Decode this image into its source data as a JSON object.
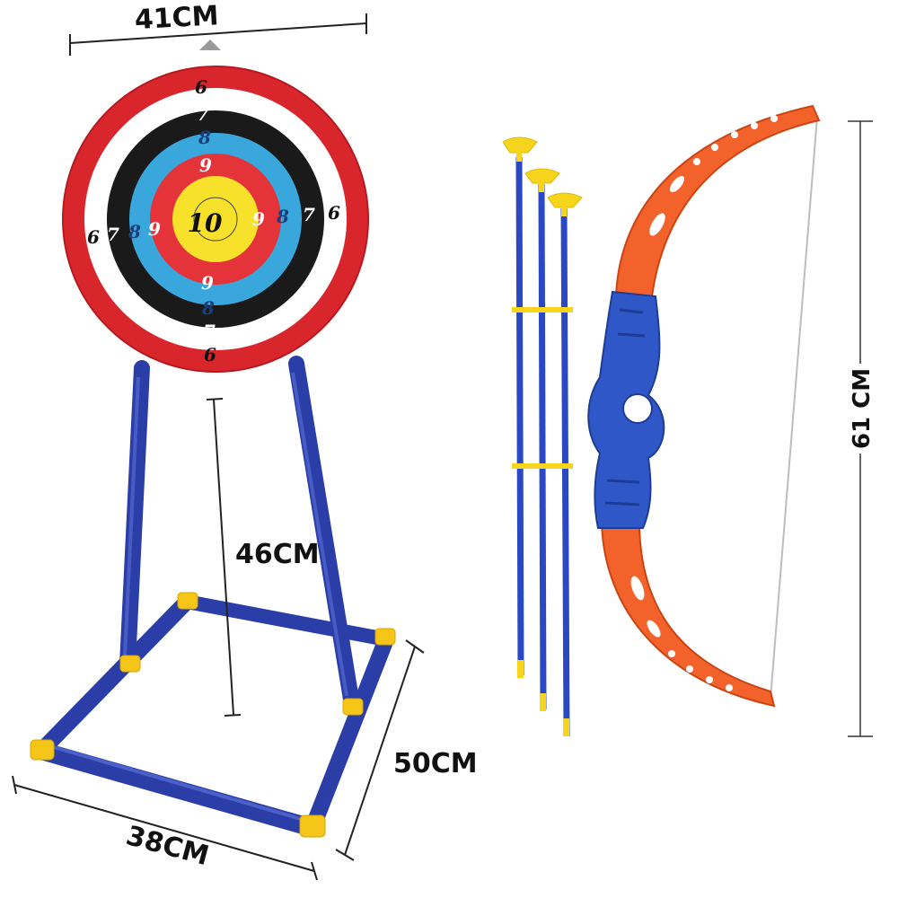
{
  "product": {
    "colors": {
      "ring_outer": "#d9262c",
      "ring_white": "#ffffff",
      "ring_black": "#1a1a1a",
      "ring_blue": "#3aa7dc",
      "ring_red": "#e4343a",
      "ring_gold": "#f7e12a",
      "frame_blue": "#2b3ea8",
      "joint_yellow": "#f5c518",
      "bow_orange": "#f2622a",
      "bow_grip_blue": "#2f57c8",
      "arrow_blue": "#2a48c4",
      "arrow_tip_yellow": "#f7d51c"
    }
  },
  "dimensions": {
    "target_width": "41CM",
    "stand_height": "46CM",
    "base_depth": "50CM",
    "base_width": "38CM",
    "bow_height": "61 CM"
  },
  "target": {
    "ring_labels": {
      "six": "6",
      "seven": "7",
      "eight": "8",
      "nine": "9",
      "ten": "10"
    }
  }
}
